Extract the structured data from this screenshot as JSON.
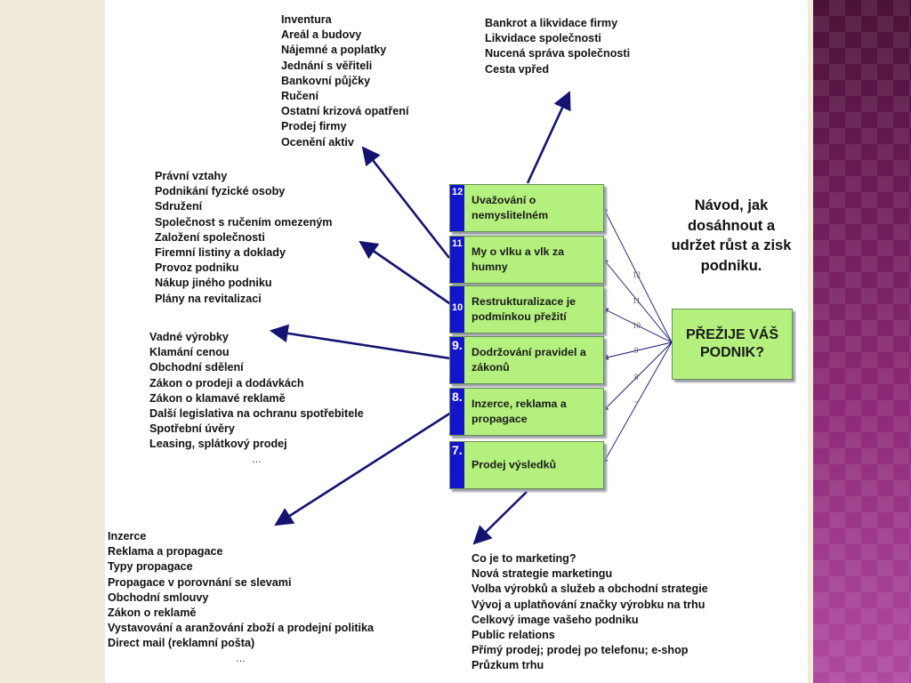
{
  "guide_text": "Návod, jak dosáhnout a udržet růst a zisk podniku.",
  "survive_text": "PŘEŽIJE VÁŠ PODNIK?",
  "steps": [
    {
      "num": "12",
      "label": "Uvažování o nemyslitelném"
    },
    {
      "num": "11",
      "label": "My o vlku a vlk za humny"
    },
    {
      "num": "10",
      "label": "Restrukturalizace je podmínkou přežití"
    },
    {
      "num": "9.",
      "label": "Dodržování pravidel a zákonů"
    },
    {
      "num": "8.",
      "label": "Inzerce, reklama a propagace"
    },
    {
      "num": "7.",
      "label": "Prodej výsledků"
    }
  ],
  "connector_labels": [
    "12",
    "11",
    "10",
    "9",
    "8",
    "7"
  ],
  "lists": {
    "step12": [
      "Bankrot a likvidace firmy",
      "Likvidace společnosti",
      "Nucená správa společnosti",
      "Cesta vpřed"
    ],
    "step11": [
      "Inventura",
      "Areál a budovy",
      "Nájemné a poplatky",
      "Jednání s věřiteli",
      "Bankovní půjčky",
      "Ručení",
      "Ostatní krizová opatření",
      "Prodej firmy",
      "Ocenění aktiv"
    ],
    "step10": [
      "Právní vztahy",
      "Podnikání fyzické osoby",
      "Sdružení",
      "Společnost s ručením omezeným",
      "Založení společnosti",
      "Firemní listiny a doklady",
      "Provoz podniku",
      "Nákup jiného podniku",
      "Plány na revitalizaci"
    ],
    "step9": [
      "Vadné výrobky",
      "Klamání cenou",
      "Obchodní sdělení",
      "Zákon o prodeji a dodávkách",
      "Zákon o klamavé reklamě",
      "Další legislativa na ochranu spotřebitele",
      "Spotřební úvěry",
      "Leasing, splátkový prodej"
    ],
    "step9_more": "…",
    "step8": [
      "Inzerce",
      "Reklama a propagace",
      "Typy propagace",
      "Propagace v porovnání se slevami",
      "Obchodní smlouvy",
      "Zákon o reklamě",
      "Vystavování a aranžování zboží a prodejní politika",
      "Direct mail (reklamní pošta)"
    ],
    "step8_more": "…",
    "step7": [
      "Co je to marketing?",
      "Nová strategie marketingu",
      "Volba výrobků a služeb a obchodní strategie",
      "Vývoj a uplatňování značky výrobku na trhu",
      "Celkový image vašeho podniku",
      "Public relations",
      "Přímý prodej; prodej po telefonu; e-shop",
      "Průzkum trhu"
    ]
  },
  "colors": {
    "box_fill": "#b4f07e",
    "num_fill": "#1414c8",
    "arrow": "#141470",
    "frame_purple": "#6e1c58"
  }
}
